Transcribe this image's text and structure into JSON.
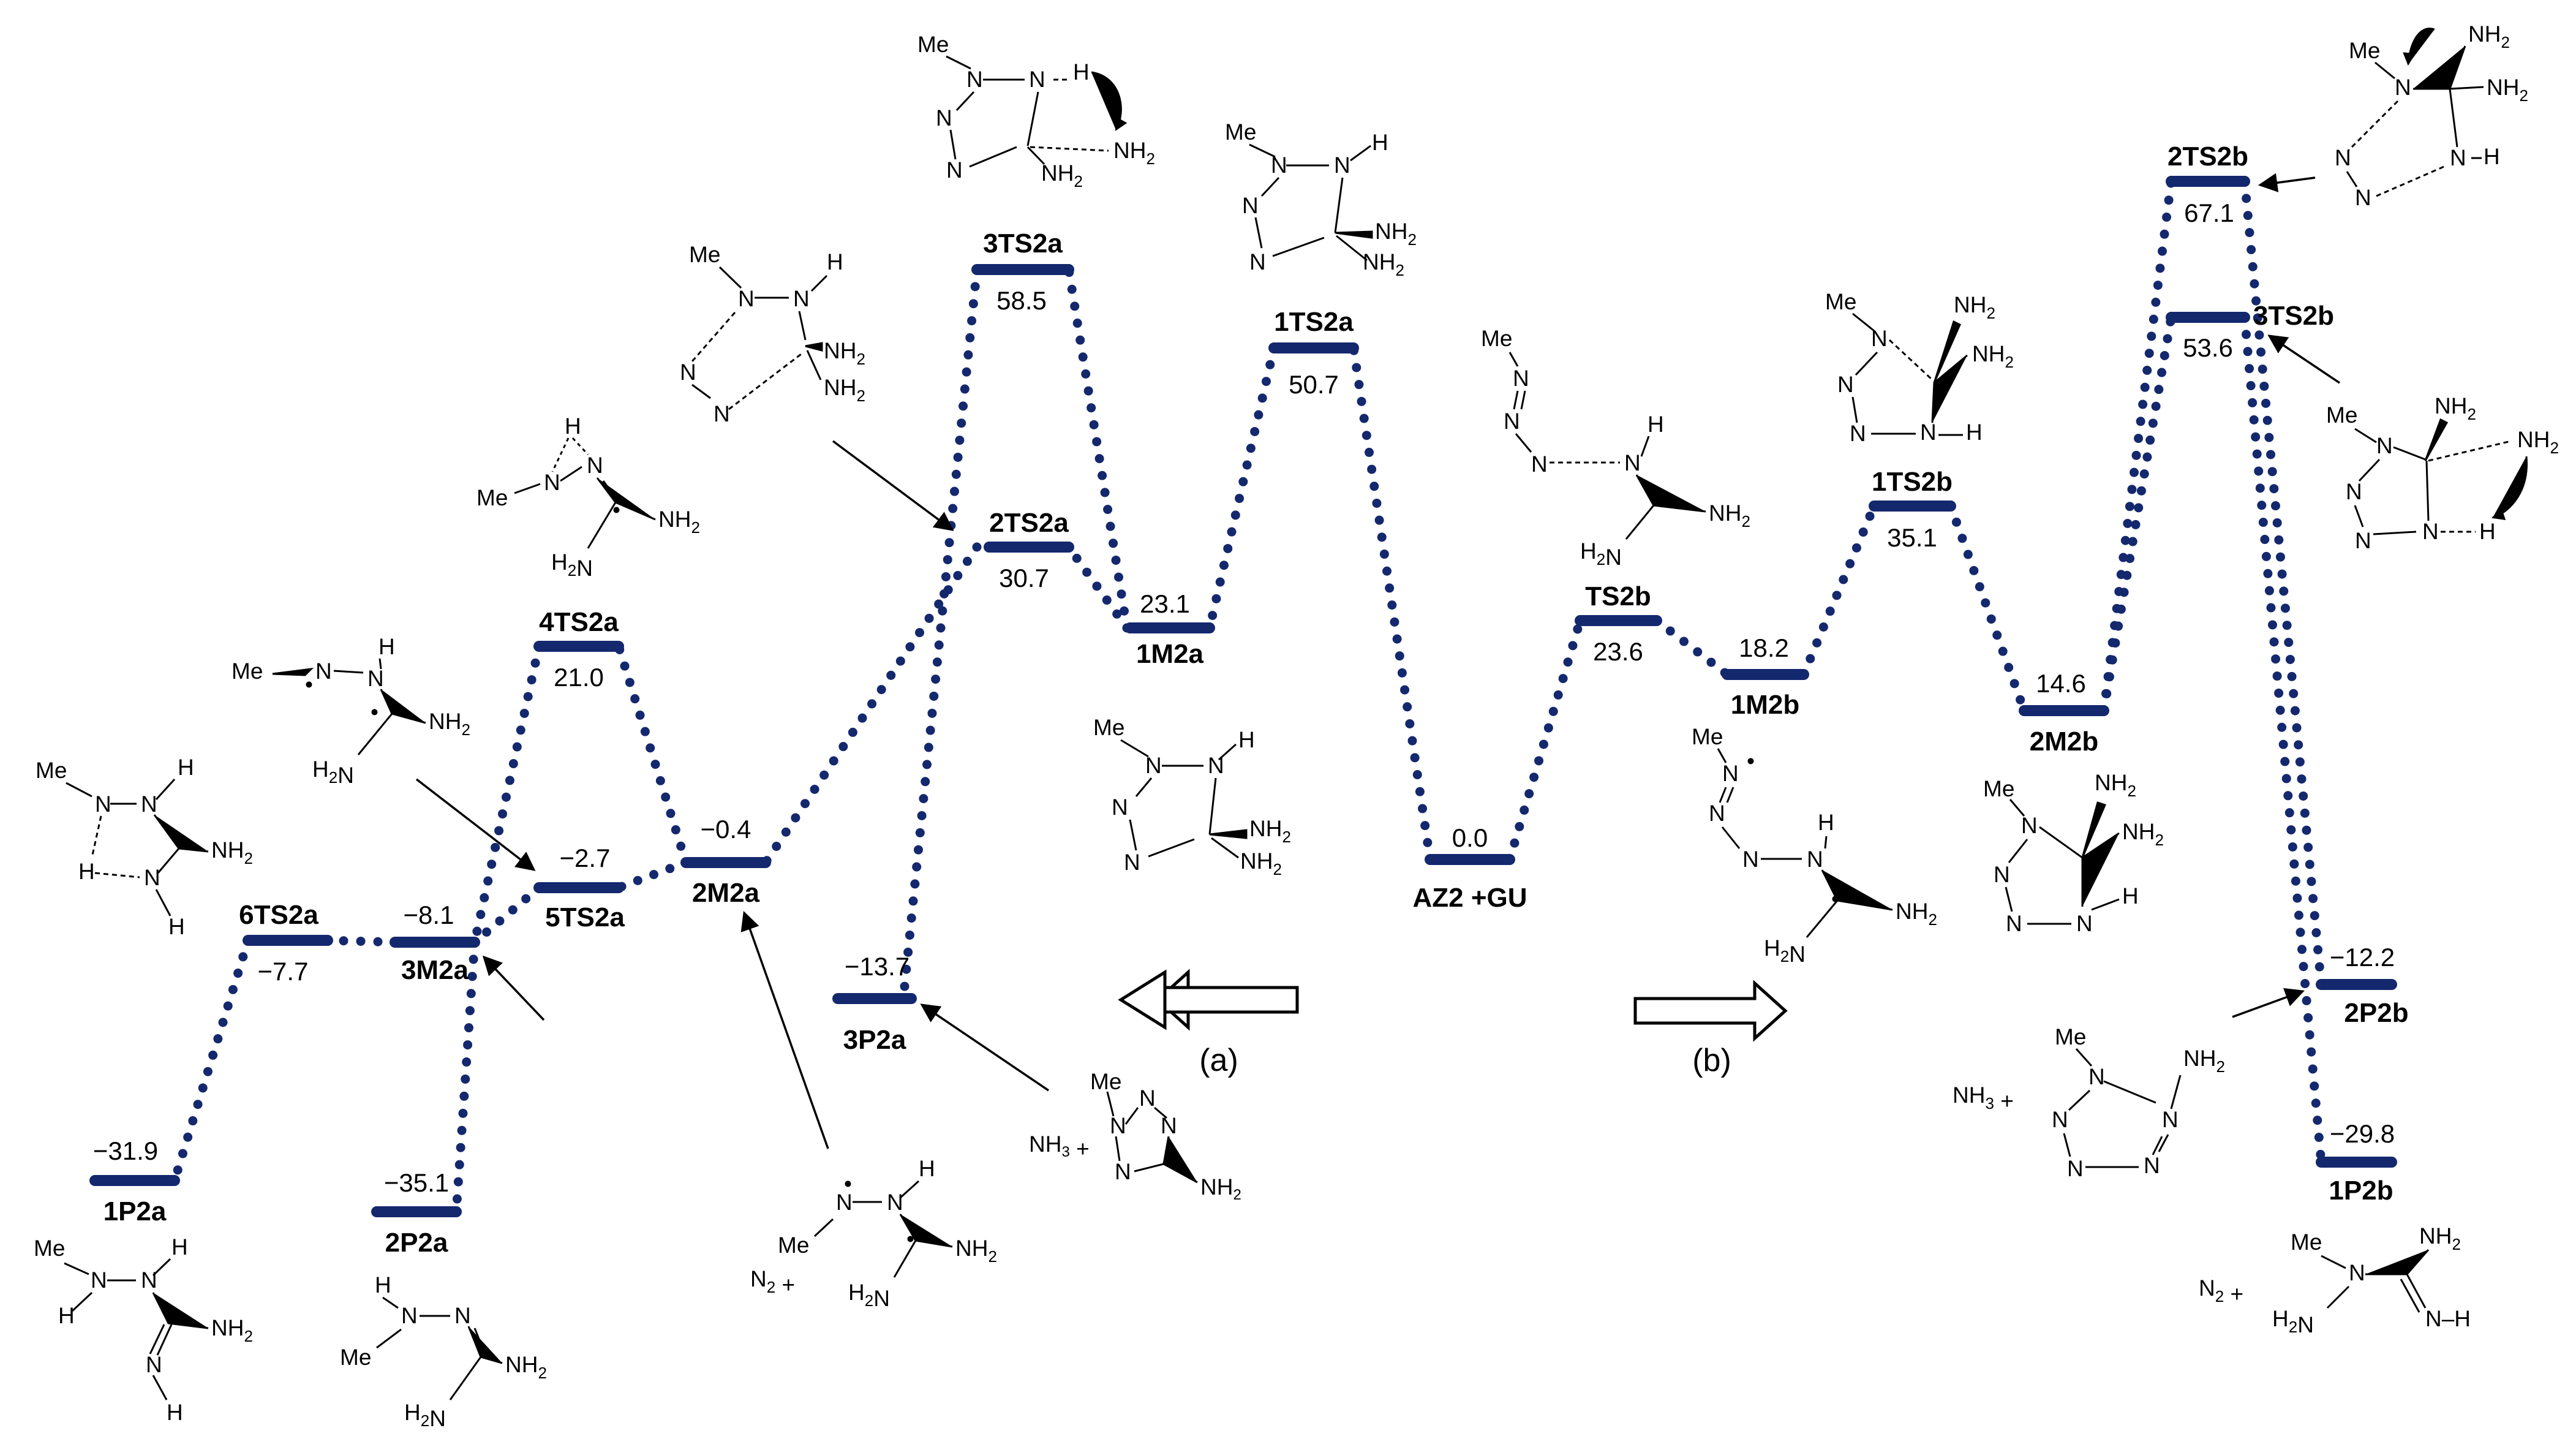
{
  "figure": {
    "level_color": "#14286e",
    "dot_color": "#14286e",
    "line_color": "#000000",
    "pathways": [
      {
        "label": "(a)",
        "direction": "left"
      },
      {
        "label": "(b)",
        "direction": "right"
      }
    ]
  },
  "states": {
    "az2": {
      "name": "AZ2 +GU",
      "energy": "0.0"
    },
    "ts1a": {
      "name": "1TS2a",
      "energy": "50.7"
    },
    "m1a": {
      "name": "1M2a",
      "energy": "23.1"
    },
    "ts2a": {
      "name": "2TS2a",
      "energy": "30.7"
    },
    "ts3a": {
      "name": "3TS2a",
      "energy": "58.5"
    },
    "p3a": {
      "name": "3P2a",
      "energy": "−13.7"
    },
    "m2a": {
      "name": "2M2a",
      "energy": "−0.4"
    },
    "ts4a": {
      "name": "4TS2a",
      "energy": "21.0"
    },
    "ts5a": {
      "name": "5TS2a",
      "energy": "−2.7"
    },
    "m3a": {
      "name": "3M2a",
      "energy": "−8.1"
    },
    "ts6a": {
      "name": "6TS2a",
      "energy": "−7.7"
    },
    "p1a": {
      "name": "1P2a",
      "energy": "−31.9"
    },
    "p2a": {
      "name": "2P2a",
      "energy": "−35.1"
    },
    "tsb": {
      "name": "TS2b",
      "energy": "23.6"
    },
    "m1b": {
      "name": "1M2b",
      "energy": "18.2"
    },
    "ts1b": {
      "name": "1TS2b",
      "energy": "35.1"
    },
    "m2b": {
      "name": "2M2b",
      "energy": "14.6"
    },
    "ts2b": {
      "name": "2TS2b",
      "energy": "67.1"
    },
    "ts3b": {
      "name": "3TS2b",
      "energy": "53.6"
    },
    "p2b": {
      "name": "2P2b",
      "energy": "−12.2"
    },
    "p1b": {
      "name": "1P2b",
      "energy": "−29.8"
    }
  },
  "chem": {
    "me": "Me",
    "n": "N",
    "h": "H",
    "nh2": "NH",
    "nh3": "NH",
    "n2": "N",
    "sub2": "2",
    "sub3": "3",
    "plus": "+",
    "radical": "•"
  }
}
